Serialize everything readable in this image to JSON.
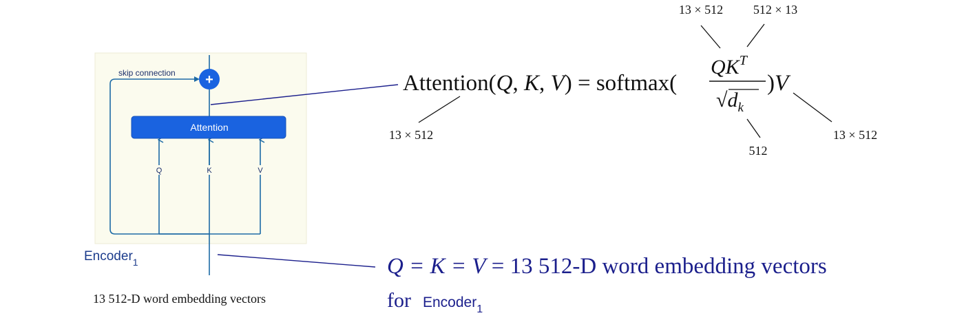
{
  "diagram": {
    "skip_label": "skip connection",
    "plus_symbol": "+",
    "attention_label": "Attention",
    "q_label": "Q",
    "k_label": "K",
    "v_label": "V",
    "encoder_label": "Encoder",
    "encoder_sub": "1",
    "input_caption": "13 512-D word embedding vectors"
  },
  "formula": {
    "lhs": "Attention(",
    "lhs_q": "Q",
    "lhs_comma1": ", ",
    "lhs_k": "K",
    "lhs_comma2": ", ",
    "lhs_v": "V",
    "lhs_close": ")",
    "equals": " = ",
    "softmax": "softmax(",
    "num_q": "Q",
    "num_k": "K",
    "num_sup": "T",
    "den_root": "√",
    "den_d": "d",
    "den_sub": "k",
    "close": ")",
    "rhs_v": "V"
  },
  "dims": {
    "q_dim": "13 × 512",
    "kt_dim": "512 × 13",
    "attn_dim": "13 × 512",
    "dk_dim": "512",
    "v_dim": "13 × 512"
  },
  "note": {
    "line1_math": "Q = K = V",
    "line1_rest": " = 13 512-D word embedding vectors",
    "line2_for": "for",
    "line2_enc": "Encoder",
    "line2_sub": "1"
  },
  "colors": {
    "accent": "#1a63e0",
    "panel_bg": "#fbfbee",
    "panel_border": "#e6e6d0",
    "line": "#1c6aa5",
    "dark_blue": "#1b1f8c",
    "text": "#111111"
  }
}
